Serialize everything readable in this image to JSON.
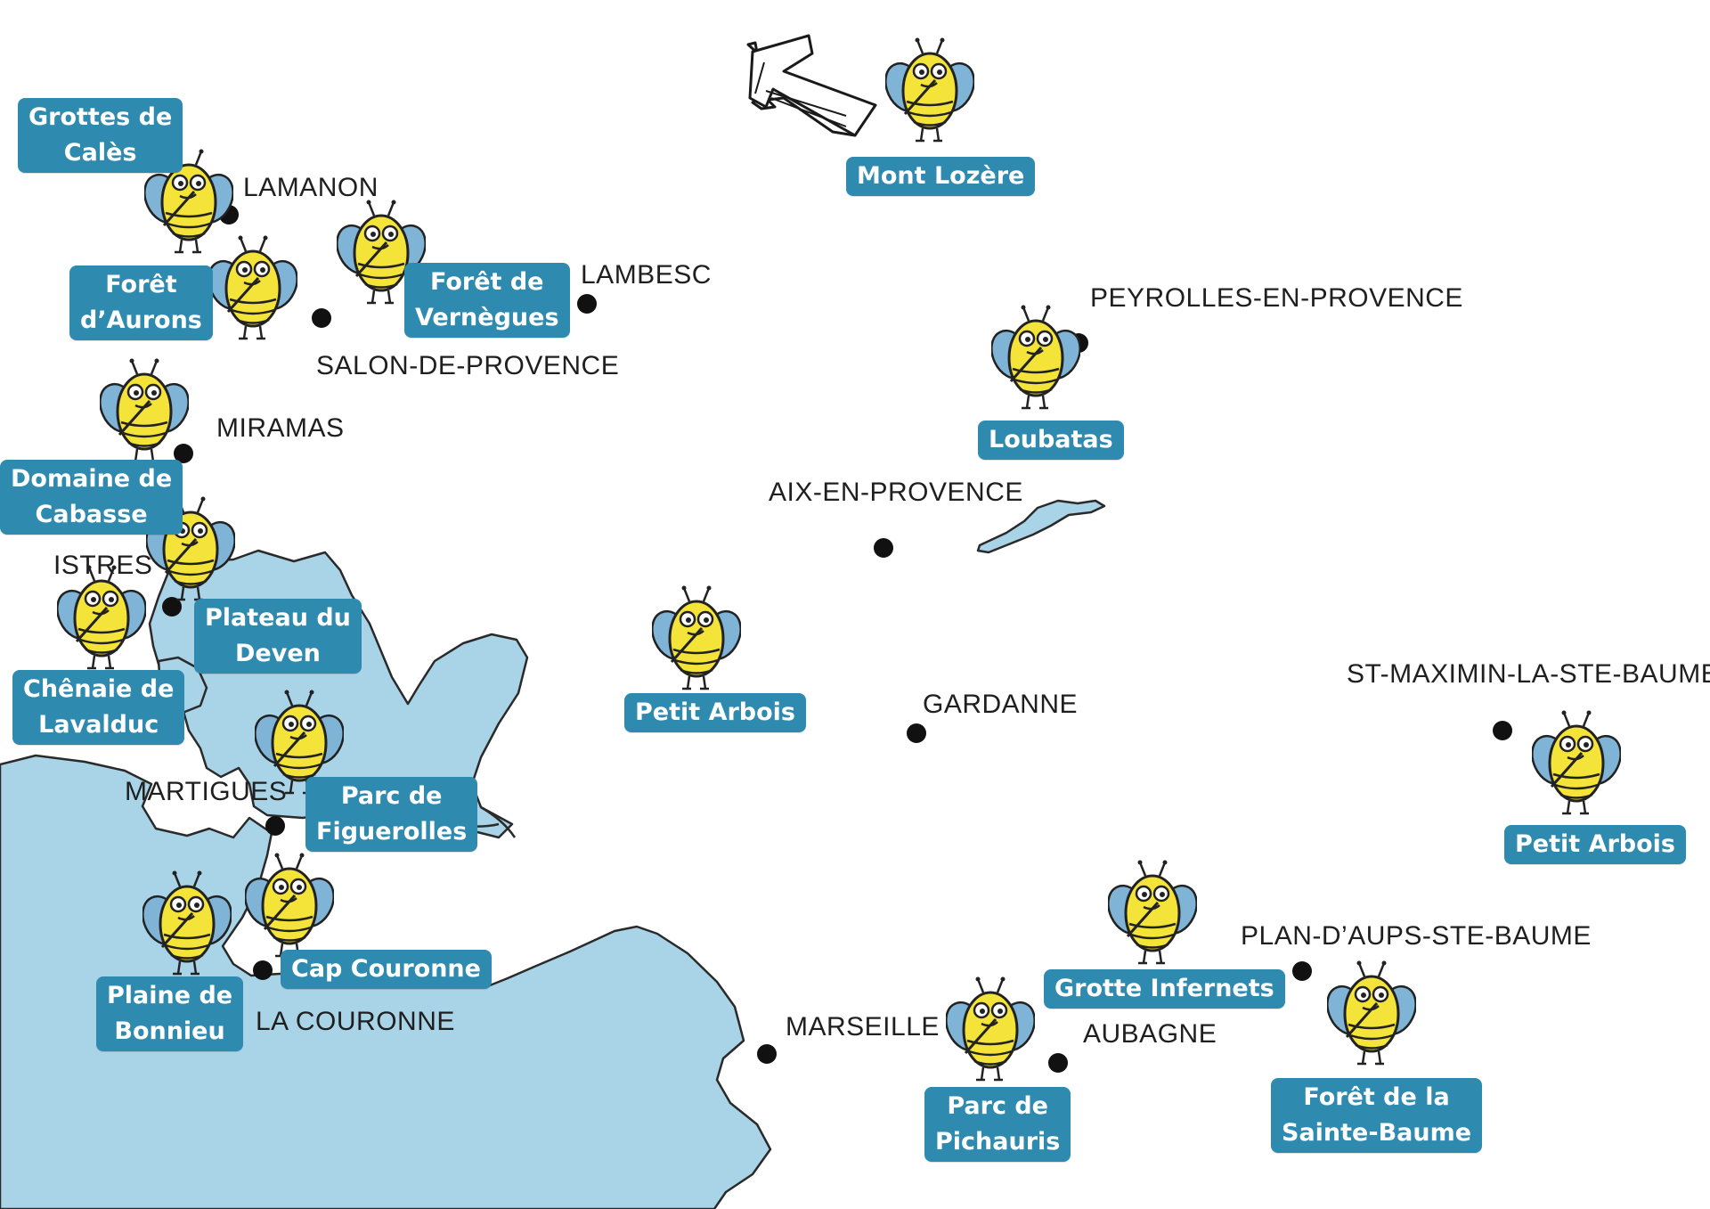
{
  "colors": {
    "sea": "#a9d3e6",
    "label_bg": "#2f8ab0",
    "label_text": "#ffffff",
    "bee_body": "#f4e43a",
    "bee_wing": "#7fb4d6"
  },
  "icons": {
    "bee": "bee-mascot-icon",
    "arrow": "arrow-up-left-icon",
    "town": "city-dot-icon"
  },
  "sites": {
    "grottes_cales": [
      "Grottes de",
      "Calès"
    ],
    "foret_aurons": [
      "Forêt",
      "d’Aurons"
    ],
    "foret_vernegues": [
      "Forêt de",
      "Vernègues"
    ],
    "domaine_cabasse": [
      "Domaine de",
      "Cabasse"
    ],
    "plateau_deven": [
      "Plateau du",
      "Deven"
    ],
    "chenaie_lavalduc": [
      "Chênaie de",
      "Lavalduc"
    ],
    "parc_figuerolles": [
      "Parc de",
      "Figuerolles"
    ],
    "cap_couronne": [
      "Cap Couronne"
    ],
    "plaine_bonnieu": [
      "Plaine de",
      "Bonnieu"
    ],
    "mont_lozere": [
      "Mont Lozère"
    ],
    "loubatas": [
      "Loubatas"
    ],
    "petit_arbois_1": [
      "Petit Arbois"
    ],
    "petit_arbois_2": [
      "Petit Arbois"
    ],
    "grotte_infernets": [
      "Grotte Infernets"
    ],
    "parc_pichauris": [
      "Parc de",
      "Pichauris"
    ],
    "foret_sainte_baume": [
      "Forêt de la",
      "Sainte-Baume"
    ]
  },
  "towns": {
    "lamanon": "LAMANON",
    "lambesc": "LAMBESC",
    "salon": "SALON-DE-PROVENCE",
    "miramas": "MIRAMAS",
    "istres": "ISTRES",
    "martigues": "MARTIGUES",
    "la_couronne": "LA COURONNE",
    "peyrolles": "PEYROLLES-EN-PROVENCE",
    "aix": "AIX-EN-PROVENCE",
    "gardanne": "GARDANNE",
    "st_maximin": "ST-MAXIMIN-LA-STE-BAUME",
    "plan_daups": "PLAN-D’AUPS-STE-BAUME",
    "marseille": "MARSEILLE",
    "aubagne": "AUBAGNE"
  }
}
